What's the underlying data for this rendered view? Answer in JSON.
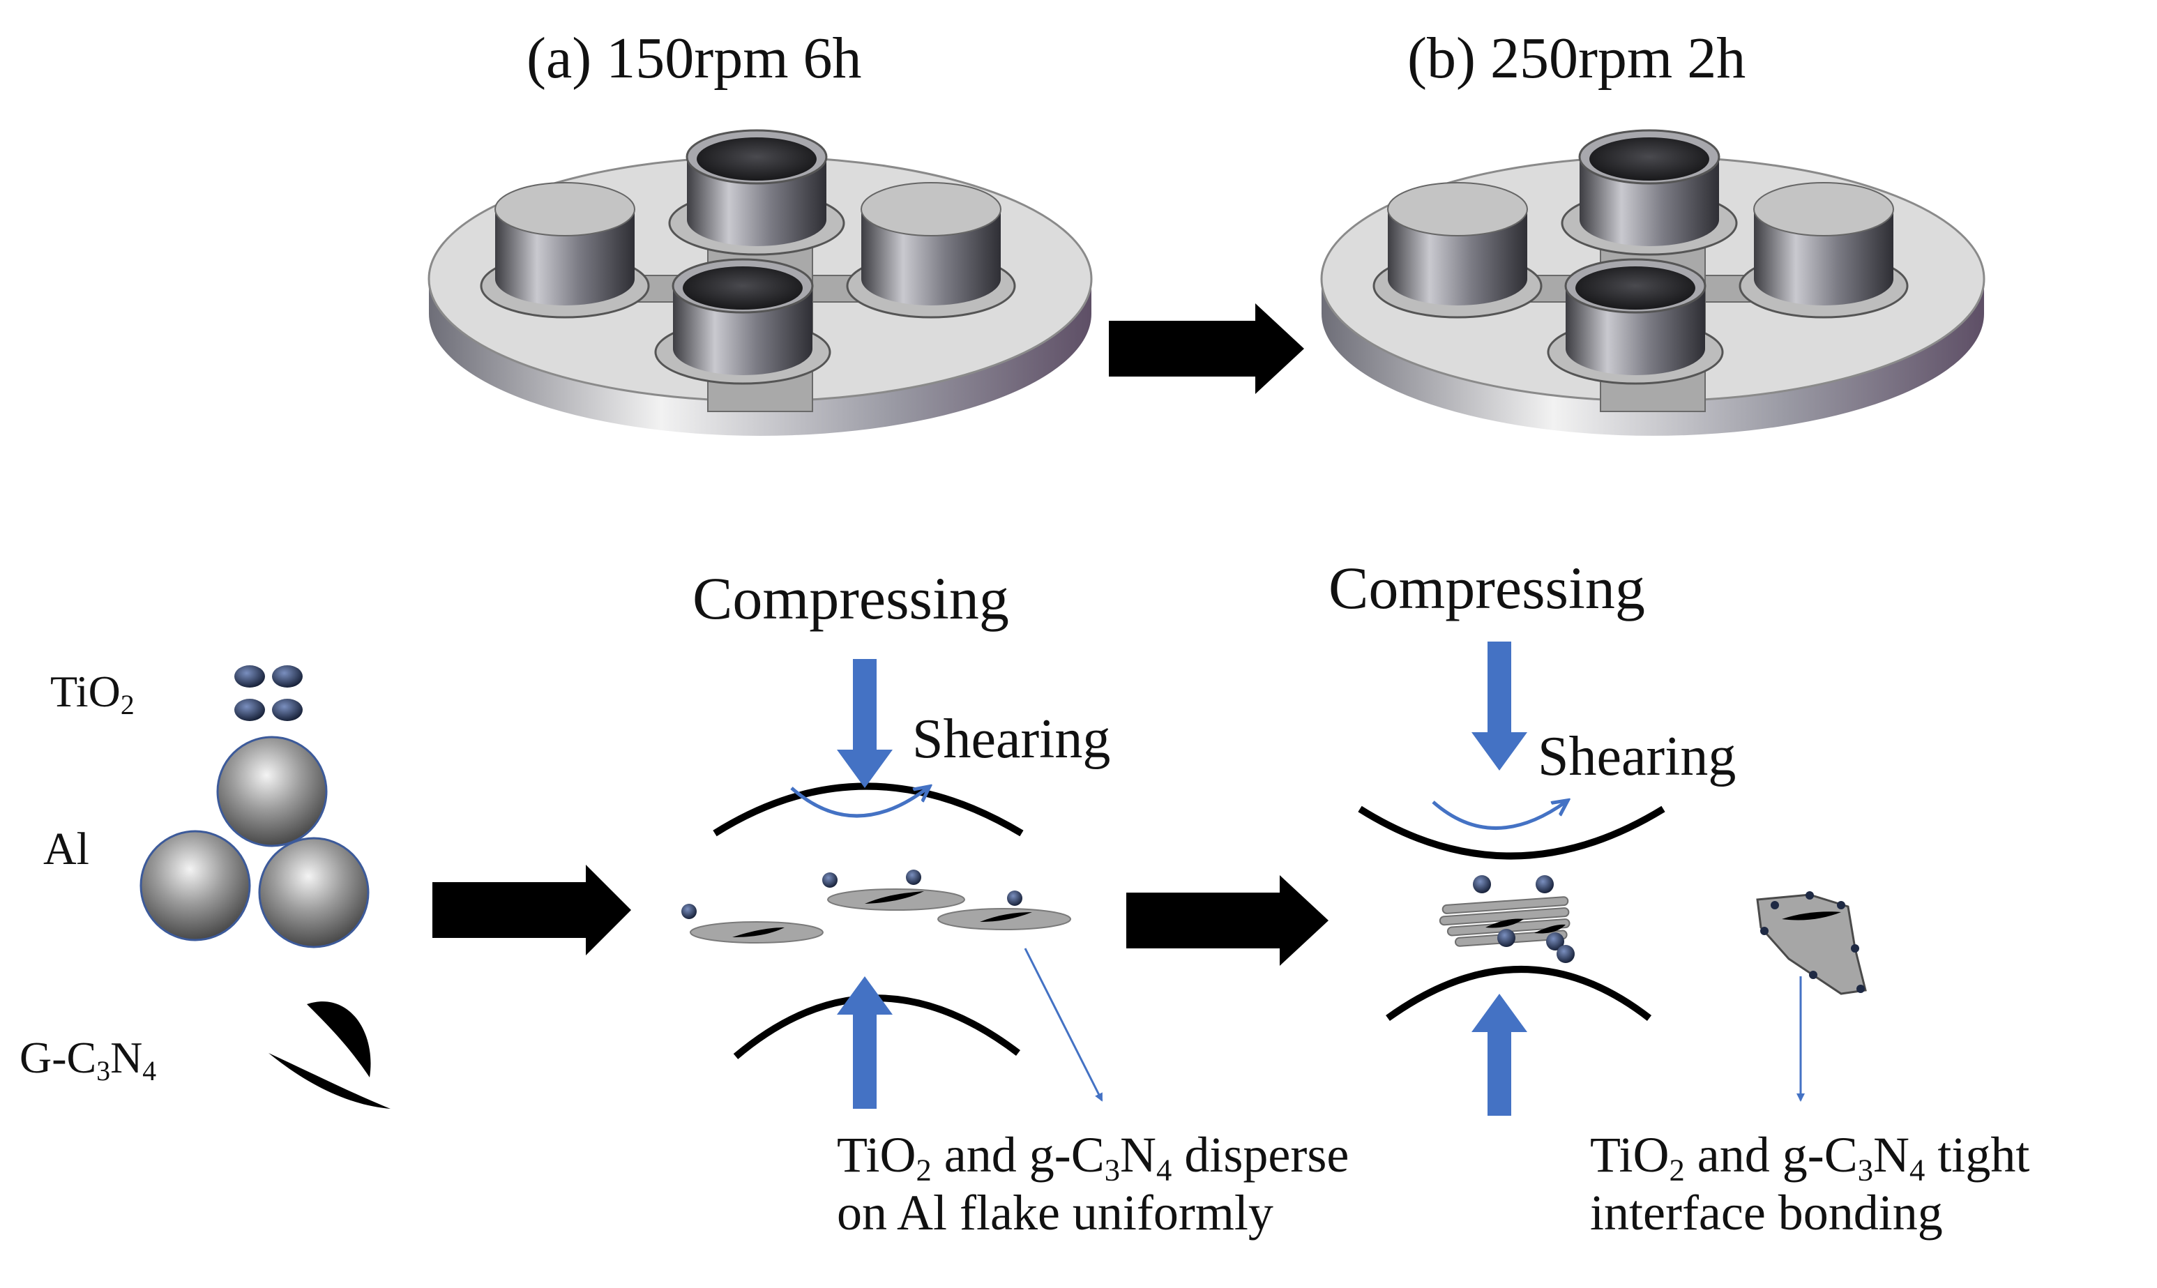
{
  "titles": {
    "a": "(a) 150rpm 6h",
    "b": "(b) 250rpm 2h"
  },
  "materials": {
    "tio2": {
      "base": "TiO",
      "sub": "2"
    },
    "al": "Al",
    "gcn": {
      "prefix": "G-C",
      "sub1": "3",
      "mid": "N",
      "sub2": "4"
    }
  },
  "stage1": {
    "compress": "Compressing",
    "shear": "Shearing",
    "desc_line1": {
      "a": "TiO",
      "a_sub": "2",
      "b": " and g-C",
      "b_sub": "3",
      "c": "N",
      "c_sub": "4",
      "d": " disperse"
    },
    "desc_line2": "on Al flake uniformly"
  },
  "stage2": {
    "compress": "Compressing",
    "shear": "Shearing",
    "desc_line1": {
      "a": "TiO",
      "a_sub": "2",
      "b": " and g-C",
      "b_sub": "3",
      "c": "N",
      "c_sub": "4",
      "d": " tight"
    },
    "desc_line2": "interface bonding"
  },
  "colors": {
    "force_arrow": "#4472c4",
    "process_arrow": "#000000",
    "platen": "#d9d9d9",
    "jar": "#6f6f74",
    "flake": "#a6a6a6",
    "particle": "#1f2a44"
  },
  "icons": [
    "process-arrow-icon",
    "force-arrow-icon",
    "shear-arrow-icon",
    "ball-mill-icon"
  ]
}
